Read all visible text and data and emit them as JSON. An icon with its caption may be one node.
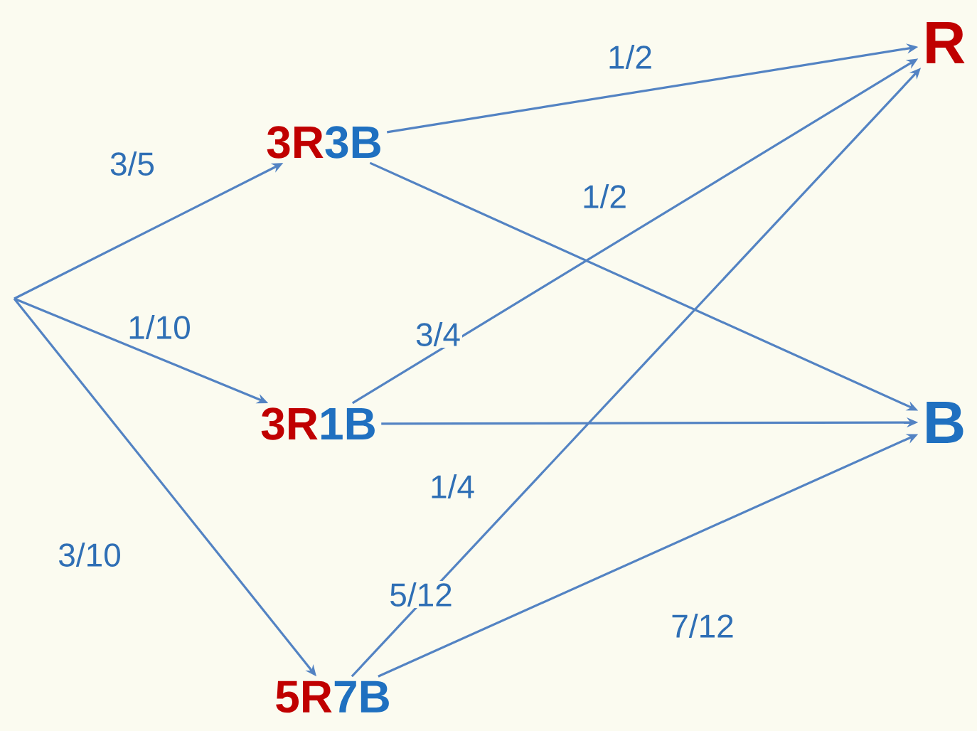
{
  "diagram": {
    "nodes": [
      {
        "text": [
          "3R",
          "3B"
        ]
      },
      {
        "text": [
          "3R",
          "1B"
        ]
      },
      {
        "text": [
          "5R",
          "7B"
        ]
      },
      {
        "text": [
          "R"
        ]
      },
      {
        "text": [
          "B"
        ]
      }
    ],
    "edges": [
      {
        "from": null,
        "to": 0,
        "arrow": "to",
        "label": "3/5"
      },
      {
        "from": null,
        "to": 1,
        "arrow": "to",
        "label": "1/10"
      },
      {
        "from": null,
        "to": 2,
        "arrow": "to",
        "label": "3/10"
      },
      {
        "from": 0,
        "to": 3,
        "arrow": "to",
        "label": "1/2"
      },
      {
        "from": 0,
        "to": 4,
        "arrow": "to",
        "label": "1/2"
      },
      {
        "from": 1,
        "to": 3,
        "arrow": "to",
        "label": "3/4"
      },
      {
        "from": 1,
        "to": 4,
        "arrow": "to",
        "label": "1/4"
      },
      {
        "from": 2,
        "to": 3,
        "arrow": "to",
        "label": "5/12"
      },
      {
        "from": 2,
        "to": 4,
        "arrow": "to",
        "label": "7/12"
      }
    ]
  }
}
